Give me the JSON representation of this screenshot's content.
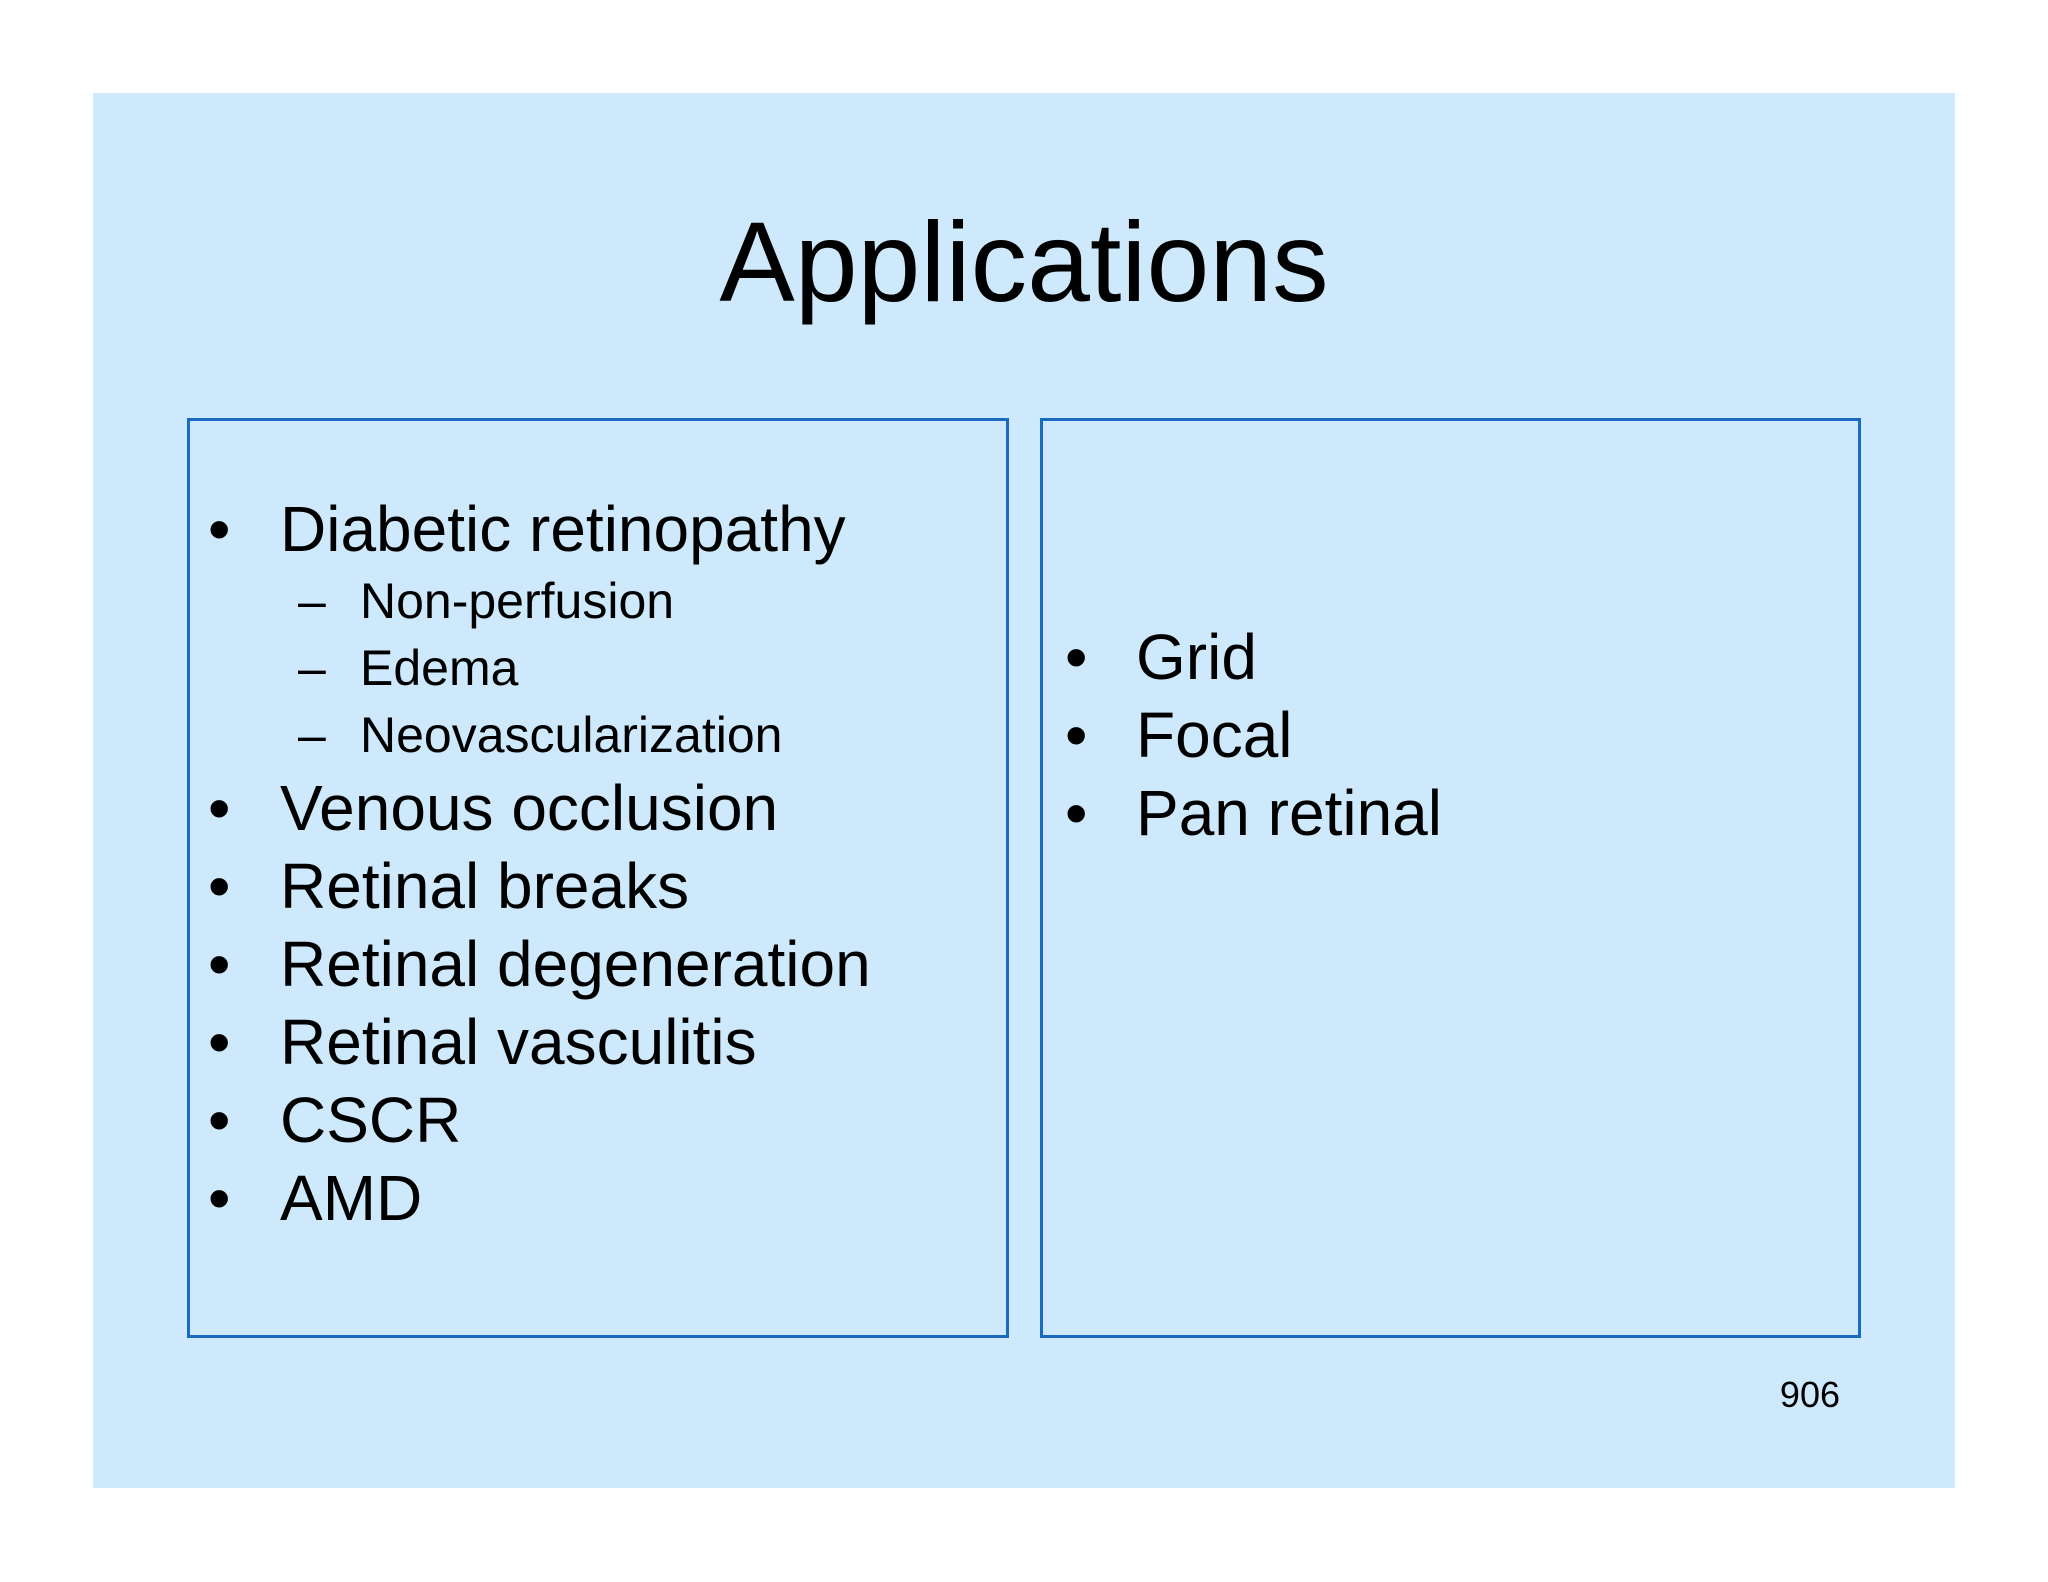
{
  "slide": {
    "title": "Applications",
    "page_number": "906",
    "bullet_char": "•",
    "dash_char": "–",
    "colors": {
      "page_background": "#ffffff",
      "slide_background": "#cde9fb",
      "box_border": "#1a6bbf",
      "text": "#000000"
    },
    "left_box": {
      "items": [
        {
          "label": "Diabetic retinopathy",
          "sub": [
            "Non-perfusion",
            "Edema",
            "Neovascularization"
          ]
        },
        {
          "label": "Venous occlusion"
        },
        {
          "label": "Retinal breaks"
        },
        {
          "label": "Retinal degeneration"
        },
        {
          "label": "Retinal vasculitis"
        },
        {
          "label": "CSCR"
        },
        {
          "label": "AMD"
        }
      ]
    },
    "right_box": {
      "items": [
        "Grid",
        "Focal",
        "Pan retinal"
      ]
    }
  }
}
